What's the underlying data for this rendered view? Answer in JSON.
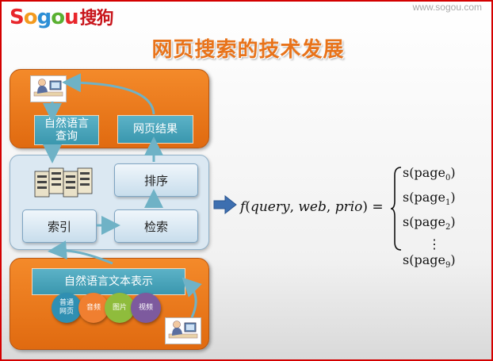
{
  "brand": {
    "logo_letters": [
      "S",
      "o",
      "g",
      "o",
      "u"
    ],
    "logo_suffix": "搜狗",
    "url": "www.sogou.com"
  },
  "title": "网页搜索的技术发展",
  "top_panel": {
    "query_label": "自然语言\n查询",
    "result_label": "网页结果"
  },
  "middle_panel": {
    "sort_label": "排序",
    "index_label": "索引",
    "retrieve_label": "检索"
  },
  "bottom_panel": {
    "text_repr_label": "自然语言文本表示",
    "media": [
      {
        "label": "普通\n网页",
        "color": "#2f8fb2"
      },
      {
        "label": "音频",
        "color": "#f07f30"
      },
      {
        "label": "图片",
        "color": "#8fbc3c"
      },
      {
        "label": "视频",
        "color": "#7d5a9e"
      }
    ]
  },
  "formula": {
    "func": "f",
    "args": [
      "query",
      "web",
      "prio"
    ],
    "outputs": [
      "s(page",
      "s(page",
      "s(page",
      "s(page"
    ],
    "subscripts": [
      "0",
      "1",
      "2",
      "9"
    ],
    "ellipsis": "⋮"
  },
  "colors": {
    "orange": "#e8731a",
    "teal": "#3a97ae",
    "arrow_blue": "#3d6fb0",
    "border_red": "#d40000"
  }
}
